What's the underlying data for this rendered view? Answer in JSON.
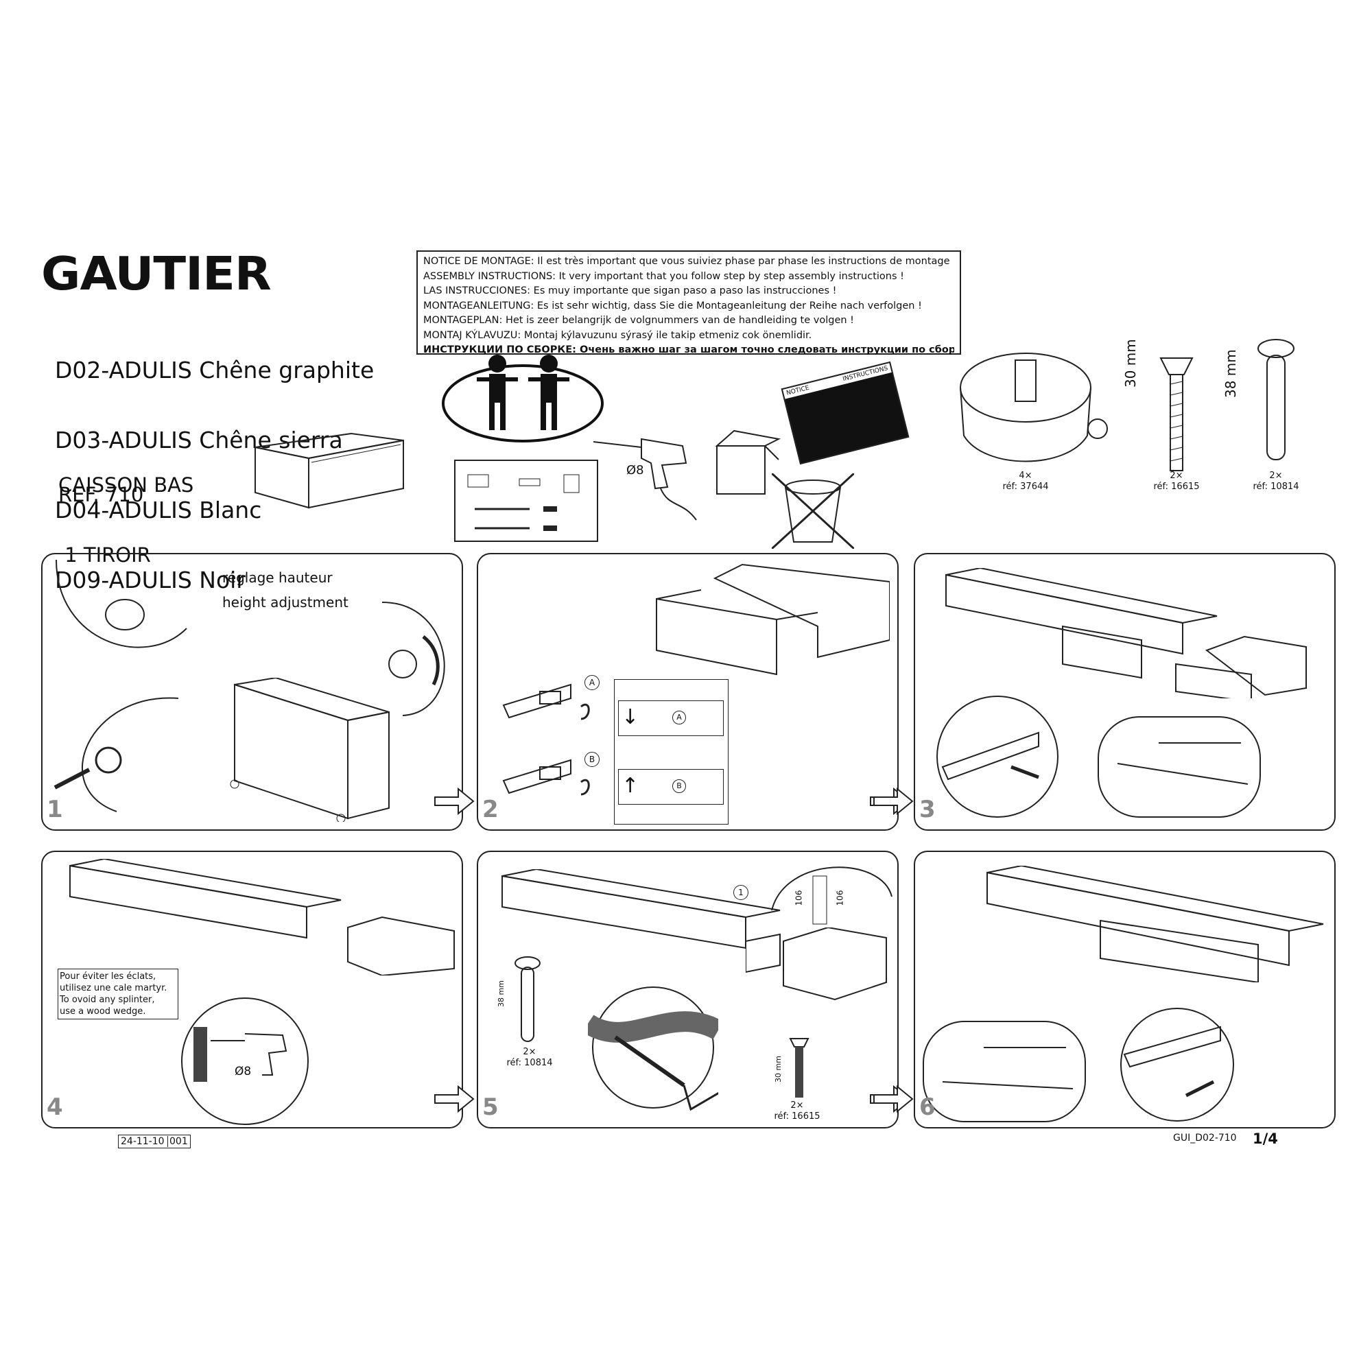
{
  "brand": "GAUTIER",
  "models": [
    "D02-ADULIS Chêne graphite",
    "D03-ADULIS Chêne sierra",
    "D04-ADULIS Blanc",
    "D09-ADULIS Noir"
  ],
  "product": {
    "line1": "CAISSON BAS",
    "line2": " 1 TIROIR",
    "ref": "REF. 710"
  },
  "notice": [
    "NOTICE DE MONTAGE: Il est très important que vous suiviez phase par phase les instructions de montage !",
    "ASSEMBLY INSTRUCTIONS: It very important that you follow step by step assembly instructions !",
    "LAS INSTRUCCIONES: Es muy importante que sigan paso a paso las instrucciones !",
    "MONTAGEANLEITUNG: Es ist sehr wichtig, dass Sie die Montageanleitung der Reihe nach verfolgen !",
    "MONTAGEPLAN: Het is zeer belangrijk de volgnummers van de handleiding te volgen !",
    "MONTAJ KÝLAVUZU: Montaj kýlavuzunu sýrasý ile takip etmeniz cok önemlidir.",
    "ИНСТРУКЦИИ ПО СБОРКЕ: Очень важно шаг за шагом точно следовать инструкции по сборке!"
  ],
  "drill_size": "Ø8",
  "notice_card": {
    "left": "NOTICE",
    "right": "INSTRUCTIONS"
  },
  "hardware": [
    {
      "qty": "4×",
      "ref": "réf: 37644"
    },
    {
      "qty": "2×",
      "ref": "réf: 16615",
      "dim": "30 mm"
    },
    {
      "qty": "2×",
      "ref": "réf: 10814",
      "dim": "38 mm"
    }
  ],
  "steps": [
    {
      "num": "1",
      "label_fr": "réglage hauteur",
      "label_en": "height adjustment"
    },
    {
      "num": "2",
      "marker_a": "A",
      "marker_b": "B"
    },
    {
      "num": "3"
    },
    {
      "num": "4",
      "wedge_note": [
        "Pour éviter les éclats,",
        "utilisez une cale martyr.",
        "To ovoid any splinter,",
        "use a wood wedge."
      ],
      "drill": "Ø8"
    },
    {
      "num": "5",
      "callout": "1",
      "dim": "106",
      "pin": {
        "dim": "38 mm",
        "qty": "2×",
        "ref": "réf: 10814"
      },
      "screw": {
        "dim": "30 mm",
        "qty": "2×",
        "ref": "réf: 16615"
      }
    },
    {
      "num": "6"
    }
  ],
  "footer": {
    "date": "24-11-10",
    "code": "001",
    "doc": "GUI_D02-710",
    "page": "1/4"
  }
}
